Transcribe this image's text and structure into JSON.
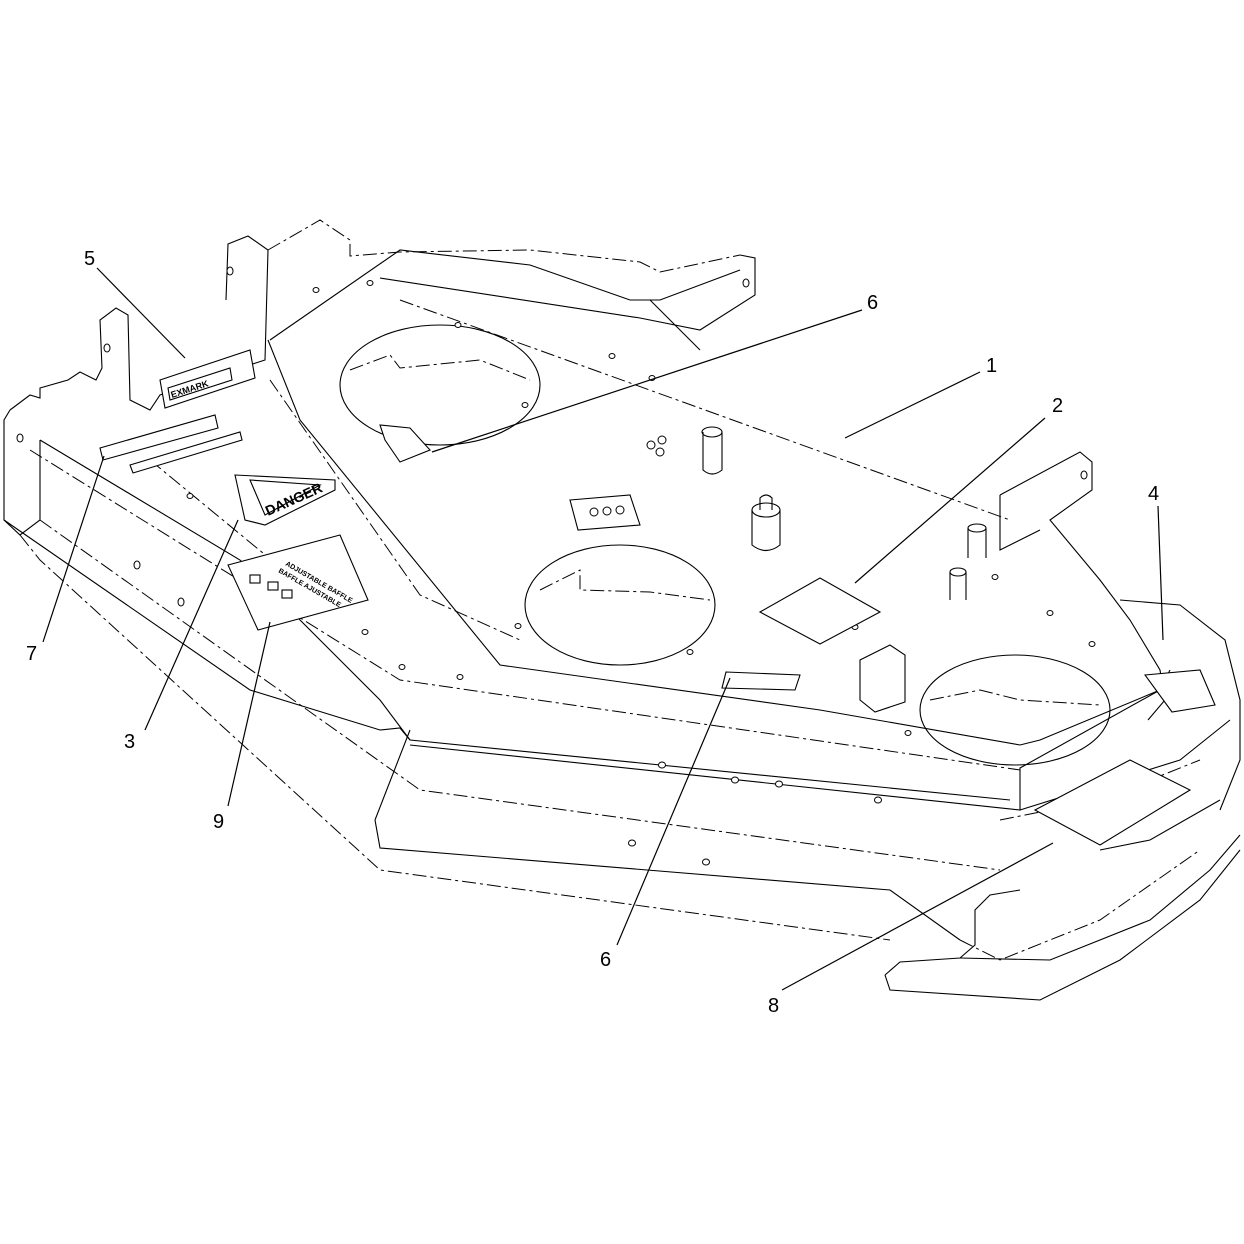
{
  "diagram": {
    "callouts": [
      {
        "id": "c1",
        "label": "1"
      },
      {
        "id": "c2",
        "label": "2"
      },
      {
        "id": "c3",
        "label": "3"
      },
      {
        "id": "c4",
        "label": "4"
      },
      {
        "id": "c5",
        "label": "5"
      },
      {
        "id": "c6a",
        "label": "6"
      },
      {
        "id": "c6b",
        "label": "6"
      },
      {
        "id": "c7",
        "label": "7"
      },
      {
        "id": "c8",
        "label": "8"
      },
      {
        "id": "c9",
        "label": "9"
      }
    ],
    "decals": {
      "danger": "DANGER",
      "baffle_line1": "ADJUSTABLE BAFFLE",
      "baffle_line2": "BAFFLE AJUSTABLE",
      "brand": "EXMARK"
    }
  }
}
